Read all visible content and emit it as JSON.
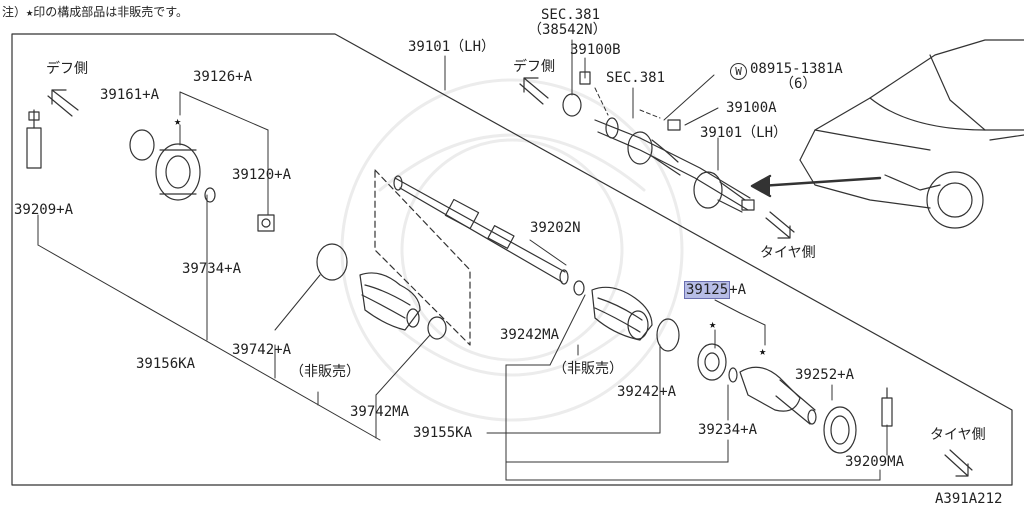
{
  "diagram": {
    "note": "注）★印の構成部品は非販売です。",
    "figure_id": "A391A212",
    "directions": {
      "diff_side_left": "デフ側",
      "diff_side_mid": "デフ側",
      "tire_side_upper": "タイヤ側",
      "tire_side_lower": "タイヤ側"
    },
    "not_for_sale": [
      "（非販売）",
      "（非販売）"
    ],
    "parts": {
      "p39161": "39161+A",
      "p39126": "39126+A",
      "p39120": "39120+A",
      "p39209a": "39209+A",
      "p39734": "39734+A",
      "p39742a": "39742+A",
      "p39156": "39156KA",
      "p39742ma": "39742MA",
      "p39101lh_top": "39101（LH）",
      "sec381_top": "SEC.381",
      "p38542n": "（38542N）",
      "p39100b": "39100B",
      "sec381_mid": "SEC.381",
      "p08915": "08915-1381A",
      "p08915_qty": "（6）",
      "washer_symbol": "W",
      "p39100a": "39100A",
      "p39101lh_mid": "39101（LH）",
      "p39202n": "39202N",
      "p39125": "39125",
      "p39125_suffix": "+A",
      "p39242ma": "39242MA",
      "p39242a": "39242+A",
      "p39155": "39155KA",
      "p39234": "39234+A",
      "p39252": "39252+A",
      "p39209ma": "39209MA"
    }
  }
}
